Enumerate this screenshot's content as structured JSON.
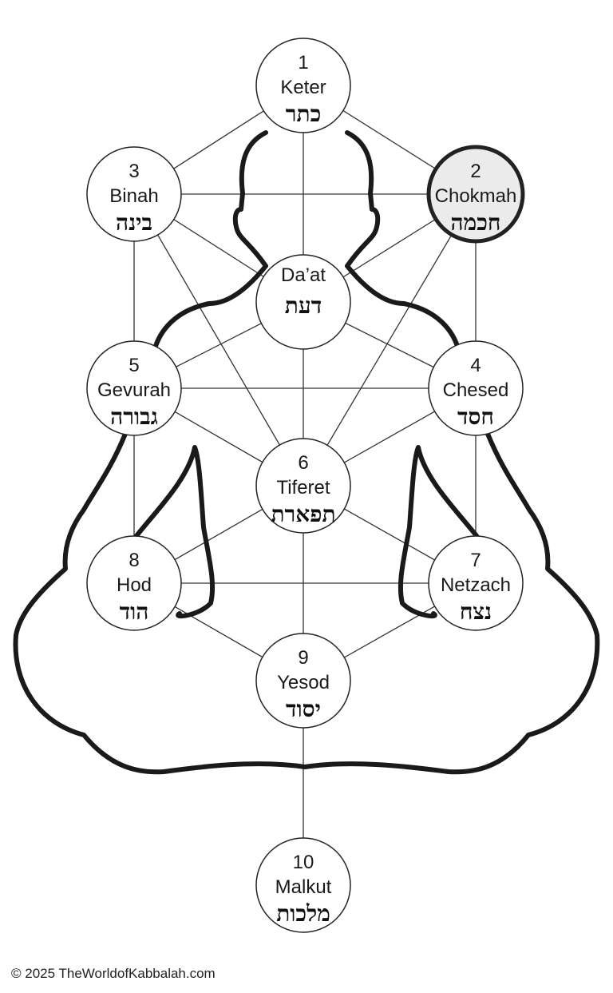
{
  "diagram": {
    "sefirot": [
      {
        "id": "keter",
        "number": "1",
        "name": "Keter",
        "hebrew": "כתר",
        "highlighted": false
      },
      {
        "id": "chokmah",
        "number": "2",
        "name": "Chokmah",
        "hebrew": "חכמה",
        "highlighted": true
      },
      {
        "id": "binah",
        "number": "3",
        "name": "Binah",
        "hebrew": "בינה",
        "highlighted": false
      },
      {
        "id": "daat",
        "number": "",
        "name": "Da’at",
        "hebrew": "דעת",
        "highlighted": false
      },
      {
        "id": "chesed",
        "number": "4",
        "name": "Chesed",
        "hebrew": "חסד",
        "highlighted": false
      },
      {
        "id": "gevurah",
        "number": "5",
        "name": "Gevurah",
        "hebrew": "גבורה",
        "highlighted": false
      },
      {
        "id": "tiferet",
        "number": "6",
        "name": "Tiferet",
        "hebrew": "תפארת",
        "highlighted": false
      },
      {
        "id": "netzach",
        "number": "7",
        "name": "Netzach",
        "hebrew": "נצח",
        "highlighted": false
      },
      {
        "id": "hod",
        "number": "8",
        "name": "Hod",
        "hebrew": "הוד",
        "highlighted": false
      },
      {
        "id": "yesod",
        "number": "9",
        "name": "Yesod",
        "hebrew": "יסוד",
        "highlighted": false
      },
      {
        "id": "malkut",
        "number": "10",
        "name": "Malkut",
        "hebrew": "מלכות",
        "highlighted": false
      }
    ],
    "paths": [
      [
        "keter",
        "binah"
      ],
      [
        "keter",
        "chokmah"
      ],
      [
        "keter",
        "daat"
      ],
      [
        "binah",
        "chokmah"
      ],
      [
        "binah",
        "daat"
      ],
      [
        "binah",
        "gevurah"
      ],
      [
        "binah",
        "tiferet"
      ],
      [
        "chokmah",
        "daat"
      ],
      [
        "chokmah",
        "chesed"
      ],
      [
        "chokmah",
        "tiferet"
      ],
      [
        "daat",
        "gevurah"
      ],
      [
        "daat",
        "chesed"
      ],
      [
        "daat",
        "tiferet"
      ],
      [
        "gevurah",
        "chesed"
      ],
      [
        "gevurah",
        "tiferet"
      ],
      [
        "gevurah",
        "hod"
      ],
      [
        "chesed",
        "tiferet"
      ],
      [
        "chesed",
        "netzach"
      ],
      [
        "tiferet",
        "hod"
      ],
      [
        "tiferet",
        "netzach"
      ],
      [
        "tiferet",
        "yesod"
      ],
      [
        "hod",
        "netzach"
      ],
      [
        "hod",
        "yesod"
      ],
      [
        "netzach",
        "yesod"
      ],
      [
        "yesod",
        "malkut"
      ]
    ],
    "colors": {
      "node_fill": "#ffffff",
      "highlight_fill": "#ebebeb",
      "node_stroke": "#222222",
      "line": "#333333",
      "silhouette": "#1a1a1a"
    }
  },
  "footer": {
    "copyright": "© 2025 TheWorldofKabbalah.com"
  }
}
